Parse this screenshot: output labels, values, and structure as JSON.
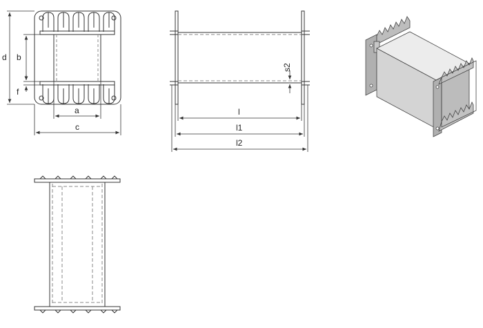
{
  "dimension_labels": {
    "d": "d",
    "b": "b",
    "f": "f",
    "a": "a",
    "c": "c",
    "l": "l",
    "l1": "l1",
    "l2": "l2",
    "s2": "s2"
  },
  "colors": {
    "line": "#333333",
    "dim_line": "#333333",
    "hidden_line": "#888888",
    "face_top": "#ececec",
    "face_front": "#d4d4d4",
    "face_side": "#bcbcbc",
    "flange": "#b0b0b0"
  }
}
